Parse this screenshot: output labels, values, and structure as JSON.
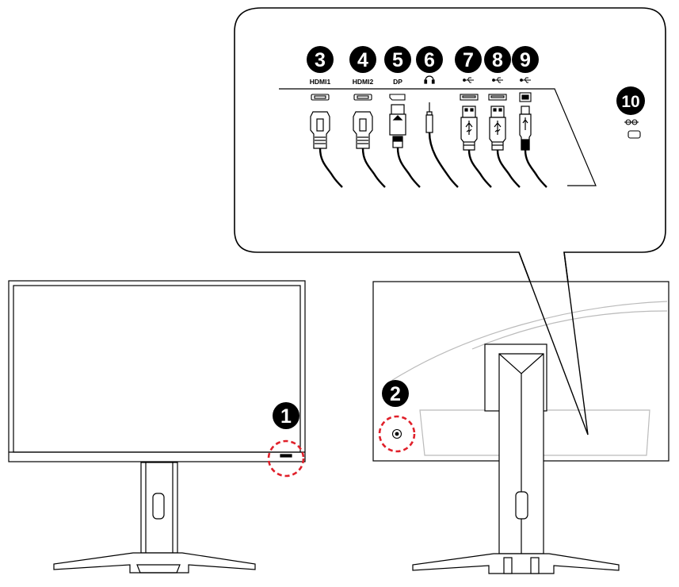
{
  "callouts": {
    "n1": "1",
    "n2": "2",
    "n3": "3",
    "n4": "4",
    "n5": "5",
    "n6": "6",
    "n7": "7",
    "n8": "8",
    "n9": "9",
    "n10": "10"
  },
  "port_labels": {
    "hdmi1": "HDMI1",
    "hdmi2": "HDMI2",
    "dp": "DP"
  },
  "colors": {
    "callout_fill": "#000000",
    "highlight_dash": "#e0202a",
    "line": "#000000"
  },
  "icons": {
    "headphone": "headphone-icon",
    "usb": "usb-icon",
    "kensington": "kensington-lock-icon"
  }
}
